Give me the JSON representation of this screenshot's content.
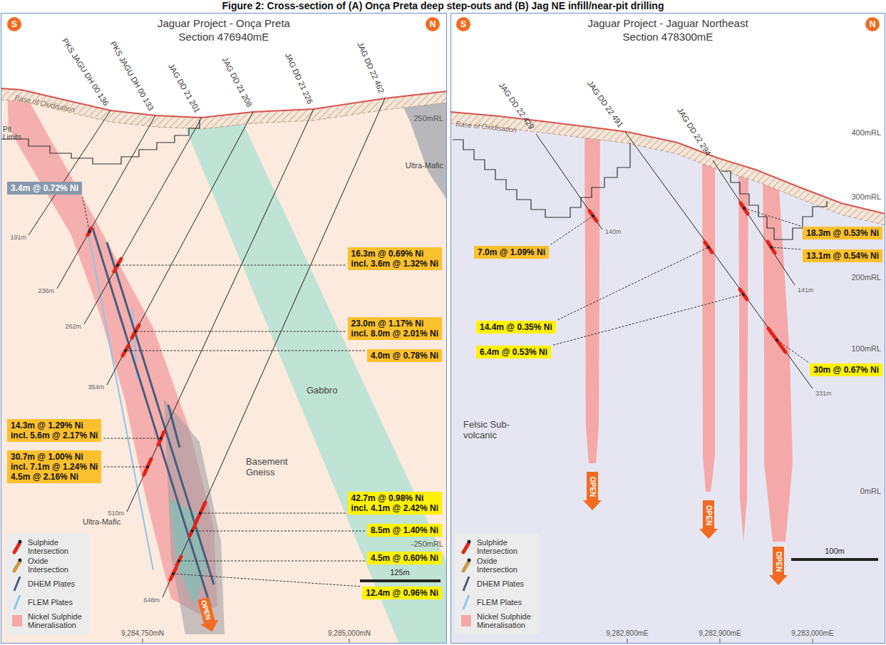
{
  "diagram": {
    "title": "Figure 2: Cross-section of (A) Onça Preta deep step-outs and (B) Jag NE infill/near-pit drilling",
    "nodes": [
      {
        "text": [
          "Jaguar Project - Onça Preta",
          "Section 476940mE"
        ]
      },
      {
        "text": [
          "S"
        ],
        "in": 0
      },
      {
        "text": [
          "N"
        ],
        "in": 0
      },
      {
        "text": [
          "3.4m @ 0.72% Ni"
        ],
        "in": 0
      },
      {
        "text": [
          "16.3m @ 0.69% Ni",
          "incl. 3.6m @ 1.32% Ni"
        ],
        "in": 0
      },
      {
        "text": [
          "23.0m @ 1.17% Ni",
          "incl. 8.0m @ 2.01% Ni"
        ],
        "in": 0
      },
      {
        "text": [
          "4.0m @ 0.78% Ni"
        ],
        "in": 0
      },
      {
        "text": [
          "14.3m @ 1.29% Ni",
          "incl. 5.6m @ 2.17% Ni"
        ],
        "in": 0
      },
      {
        "text": [
          "30.7m @ 1.00% Ni",
          "incl. 7.1m @ 1.24% Ni",
          "4.5m @ 2.16% Ni"
        ],
        "in": 0
      },
      {
        "text": [
          "42.7m @ 0.98% Ni",
          "incl. 4.1m @ 2.42% Ni"
        ],
        "in": 0
      },
      {
        "text": [
          "8.5m @ 1.40% Ni"
        ],
        "in": 0
      },
      {
        "text": [
          "4.5m @ 0.60% Ni"
        ],
        "in": 0
      },
      {
        "text": [
          "12.4m @ 0.96% Ni"
        ],
        "in": 0
      },
      {
        "text": [
          "Jaguar Project - Jaguar Northeast",
          "Section 478300mE"
        ]
      },
      {
        "text": [
          "S"
        ],
        "in": 13
      },
      {
        "text": [
          "N"
        ],
        "in": 13
      },
      {
        "text": [
          "7.0m @ 1.09% Ni"
        ],
        "in": 13
      },
      {
        "text": [
          "18.3m @ 0.53% Ni"
        ],
        "in": 13
      },
      {
        "text": [
          "13.1m @ 0.54% Ni"
        ],
        "in": 13
      },
      {
        "text": [
          "14.4m @ 0.35% Ni"
        ],
        "in": 13
      },
      {
        "text": [
          "6.4m @ 0.53% Ni"
        ],
        "in": 13
      },
      {
        "text": [
          "30m @ 0.67% Ni"
        ],
        "in": 13
      }
    ],
    "labels": [
      "PKS JAGU DH 00 136",
      "PKS JAGU DH 00 133",
      "JAG DD 21 201",
      "JAG DD 21 208",
      "JAG DD 21 226",
      "JAG DD 22 462",
      "Base of Oxidisation",
      "Pit Limits",
      "250mRL",
      "Ultra-Mafic",
      "191m",
      "236m",
      "262m",
      "354m",
      "510m",
      "648m",
      "Gabbro",
      "Basement Gneiss",
      "Ultra-Mafic",
      "-250mRL",
      "OPEN",
      "125m",
      "9,284,750mN",
      "9,285,000mN",
      "JAG DD 22 429",
      "JAG DD 22 491",
      "JAG DD 22 294",
      "400mRL",
      "Base of Oxidisation",
      "300mRL",
      "140m",
      "141m",
      "200mRL",
      "100mRL",
      "331m",
      "Felsic Sub-volcanic",
      "OPEN",
      "OPEN",
      "OPEN",
      "0mRL",
      "100m",
      "9,282,800mE",
      "9,282,900mE",
      "9,283,000mE"
    ],
    "legend": [
      {
        "text": "Sulphide Intersection"
      },
      {
        "text": "Oxide Intersection"
      },
      {
        "text": "DHEM Plates"
      },
      {
        "text": "FLEM Plates"
      },
      {
        "text": "Nickel Sulphide Mineralisation",
        "color": "#f4a9a8"
      },
      {
        "text": "Sulphide Intersection"
      },
      {
        "text": "Oxide Intersection"
      },
      {
        "text": "DHEM Plates"
      },
      {
        "text": "FLEM Plates"
      },
      {
        "text": "Nickel Sulphide Mineralisation",
        "color": "#f4a9a8"
      }
    ]
  }
}
